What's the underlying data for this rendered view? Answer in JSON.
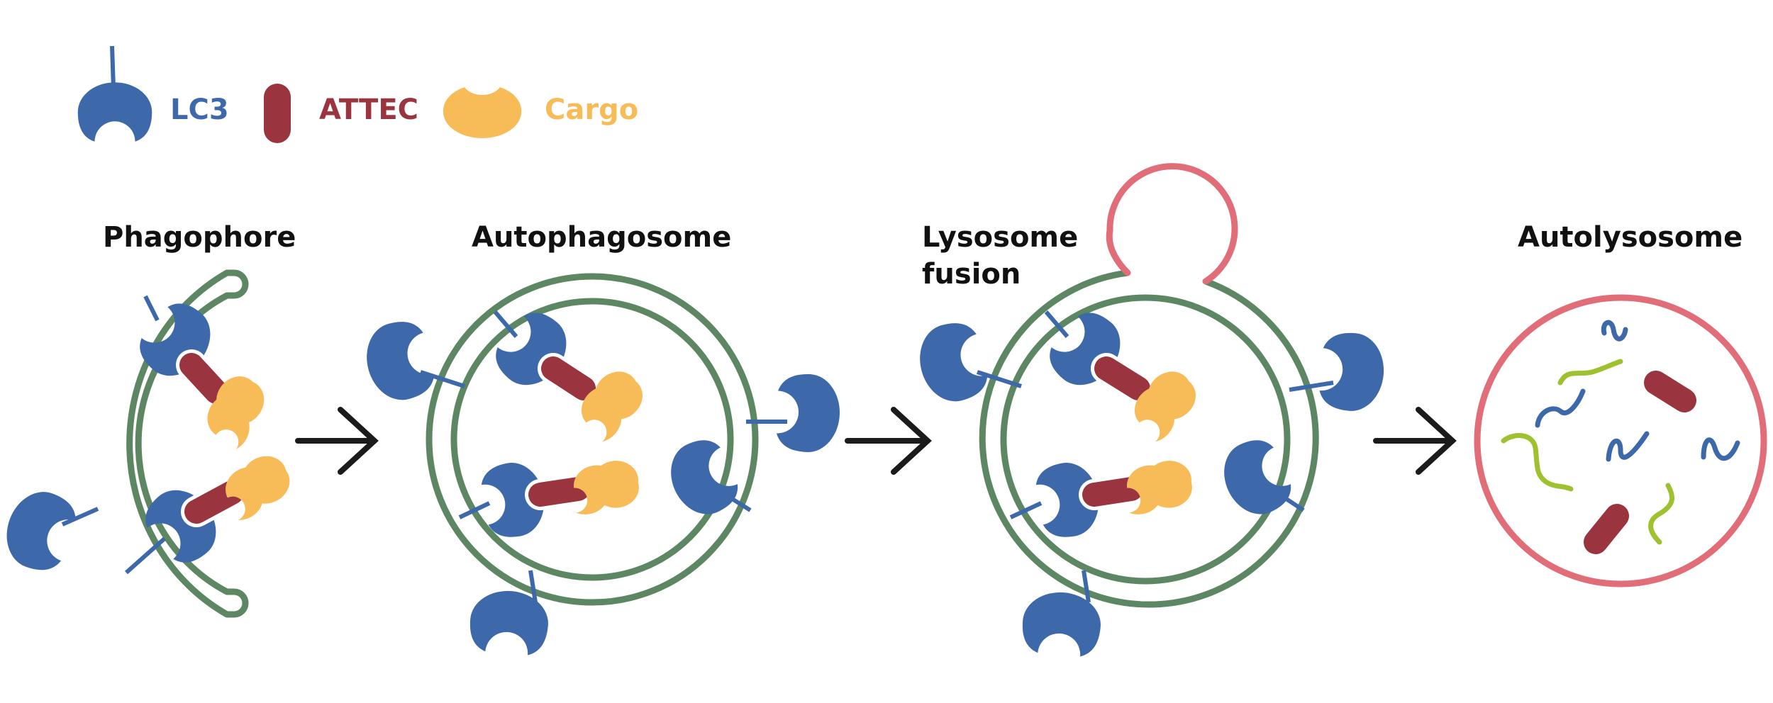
{
  "colors": {
    "lc3": "#3d69ab",
    "attec": "#9a343f",
    "cargo": "#f7bc58",
    "membrane": "#5c8762",
    "lysosome": "#e06d78",
    "fragment_green": "#9dc12f",
    "arrow": "#1b1b1b",
    "text": "#111111"
  },
  "legend": {
    "lc3_label": "LC3",
    "attec_label": "ATTEC",
    "cargo_label": "Cargo"
  },
  "stages": {
    "phagophore": "Phagophore",
    "autophagosome": "Autophagosome",
    "lysosome_fusion_line1": "Lysosome",
    "lysosome_fusion_line2": "fusion",
    "autolysosome": "Autolysosome"
  },
  "icons": [
    "lc3-icon",
    "attec-icon",
    "cargo-icon",
    "arrow-icon"
  ]
}
